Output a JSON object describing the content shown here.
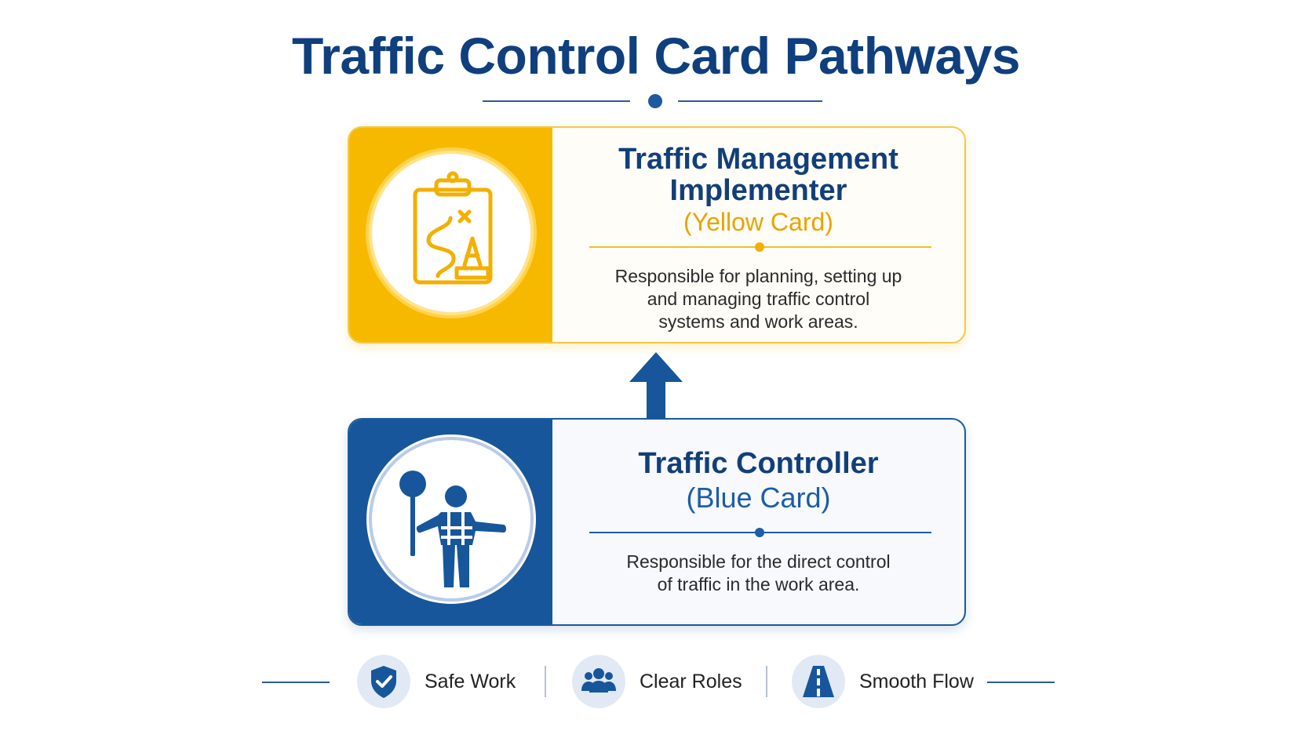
{
  "title": "Traffic Control Card Pathways",
  "colors": {
    "navy": "#0f3f7d",
    "yellow": "#f7b900",
    "blue": "#17569a"
  },
  "cards": [
    {
      "id": "yellow",
      "title_line1": "Traffic Management",
      "title_line2": "Implementer",
      "subtitle": "(Yellow Card)",
      "description_line1": "Responsible for planning, setting up",
      "description_line2": "and managing traffic control",
      "description_line3": "systems and work areas.",
      "icon": "clipboard-plan-cone-icon"
    },
    {
      "id": "blue",
      "title_line1": "Traffic Controller",
      "subtitle": "(Blue Card)",
      "description_line1": "Responsible for the direct control",
      "description_line2": "of traffic in the work area.",
      "icon": "traffic-controller-person-icon"
    }
  ],
  "pathway_arrow": "up-arrow-icon",
  "footer": [
    {
      "label": "Safe Work",
      "icon": "shield-check-icon"
    },
    {
      "label": "Clear Roles",
      "icon": "people-group-icon"
    },
    {
      "label": "Smooth Flow",
      "icon": "road-icon"
    }
  ]
}
